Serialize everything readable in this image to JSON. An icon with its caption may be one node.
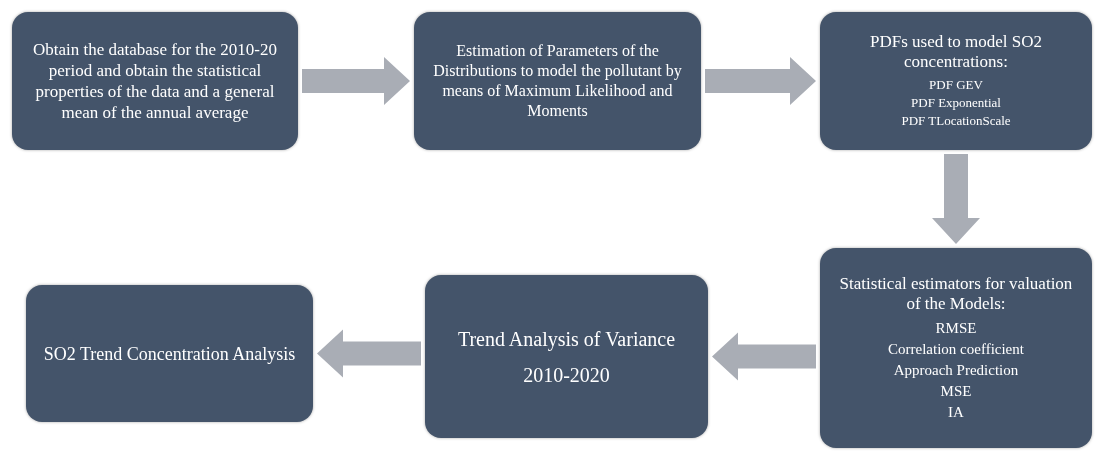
{
  "diagram": {
    "nodes": [
      {
        "text": [
          "Obtain the database for the 2010-20 period and obtain the statistical properties of the data and a general mean of the annual average"
        ]
      },
      {
        "text": [
          "Estimation of Parameters of the Distributions to model the pollutant by means of Maximum Likelihood and Moments"
        ]
      },
      {
        "text": [
          "PDFs used to model SO2 concentrations:",
          "PDF GEV",
          "PDF Exponential",
          "PDF TLocationScale"
        ]
      },
      {
        "text": [
          "Statistical estimators for valuation of the Models:",
          "RMSE",
          "Correlation coefficient",
          "Approach Prediction",
          "MSE",
          "IA"
        ]
      },
      {
        "text": [
          "Trend Analysis of Variance",
          "2010-2020"
        ]
      },
      {
        "text": [
          "SO2 Trend Concentration Analysis"
        ]
      }
    ],
    "edges": [
      {
        "from": 0,
        "to": 1,
        "arrow": "to"
      },
      {
        "from": 1,
        "to": 2,
        "arrow": "to"
      },
      {
        "from": 2,
        "to": 3,
        "arrow": "to"
      },
      {
        "from": 3,
        "to": 4,
        "arrow": "to"
      },
      {
        "from": 4,
        "to": 5,
        "arrow": "to"
      }
    ]
  }
}
